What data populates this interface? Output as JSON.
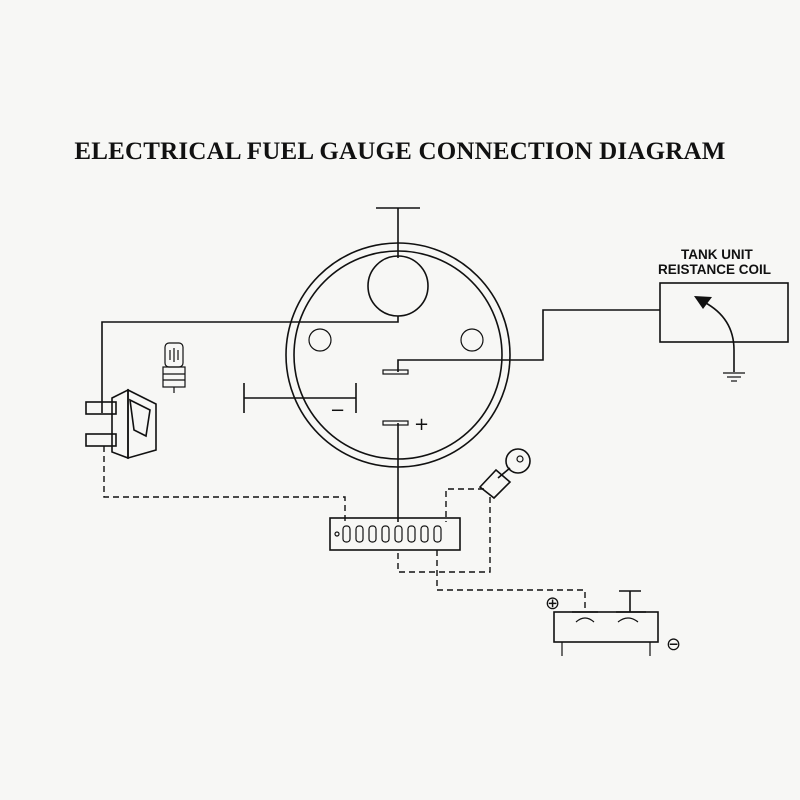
{
  "title": "ELECTRICAL FUEL GAUGE CONNECTION DIAGRAM",
  "tank_unit": {
    "line1": "TANK UNIT",
    "line2": "REISTANCE COIL"
  },
  "gauge_symbols": {
    "minus": "−",
    "plus": "+"
  },
  "battery_symbols": {
    "positive": "⊕",
    "negative": "⊖"
  },
  "colors": {
    "ink": "#111111",
    "paper": "#f7f7f5"
  }
}
